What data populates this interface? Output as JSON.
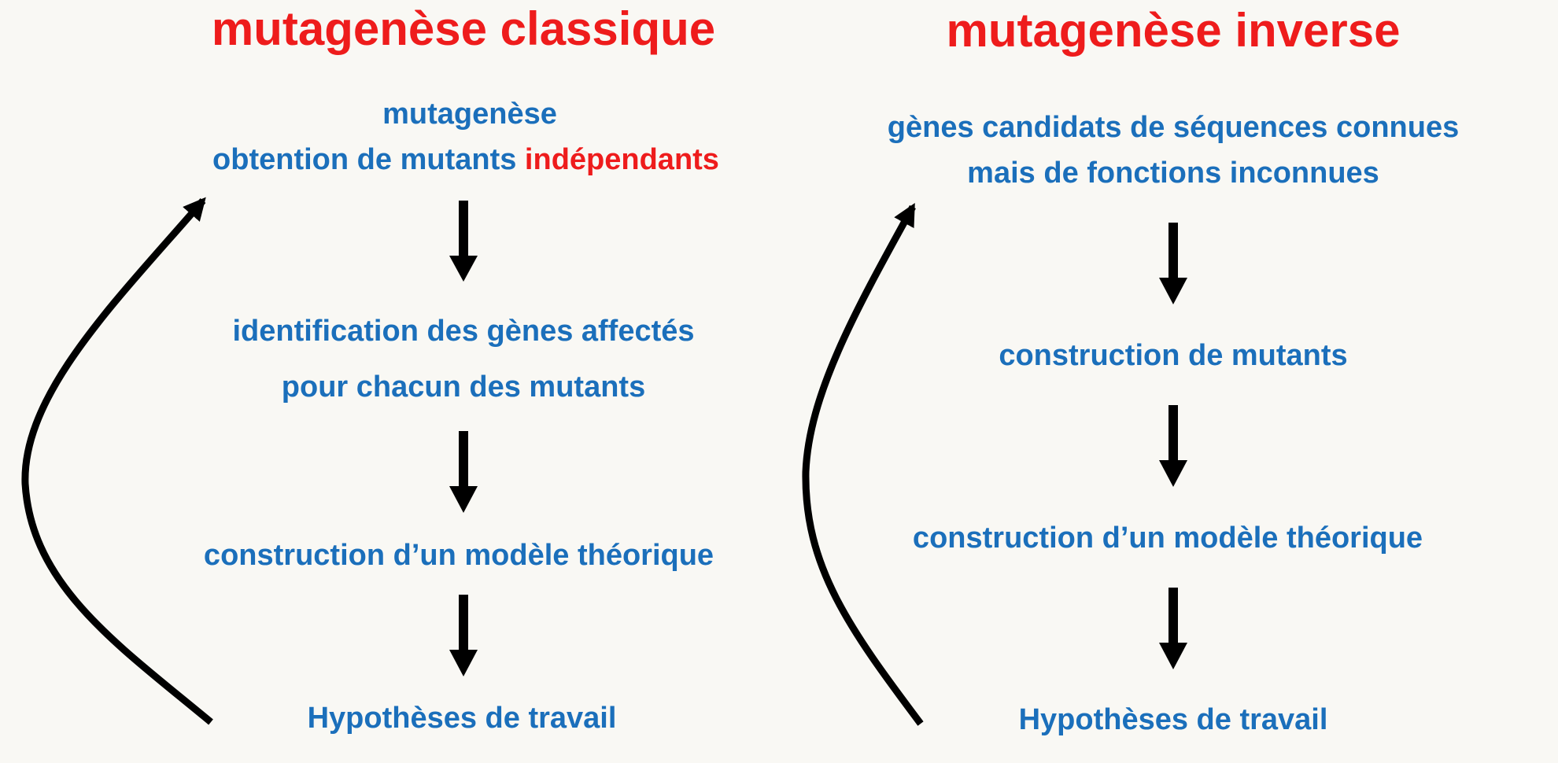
{
  "left": {
    "title": "mutagenèse classique",
    "step1_line1": "mutagenèse",
    "step1_line2": "obtention de mutants",
    "step1_line2_highlight": "indépendants",
    "step2_line1": "identification des gènes affectés",
    "step2_line2": "pour chacun des mutants",
    "step3": "construction d’un modèle théorique",
    "step4": "Hypothèses de travail"
  },
  "right": {
    "title": "mutagenèse inverse",
    "step1_line1": "gènes candidats de séquences connues",
    "step1_line2": "mais de fonctions inconnues",
    "step2": "construction de mutants",
    "step3": "construction d’un modèle théorique",
    "step4": "Hypothèses de travail"
  },
  "colors": {
    "title": "#ee1c1c",
    "step_text": "#1b6fbb",
    "highlight": "#ee1c1c",
    "arrows": "#000000",
    "background": "#f9f8f4"
  }
}
